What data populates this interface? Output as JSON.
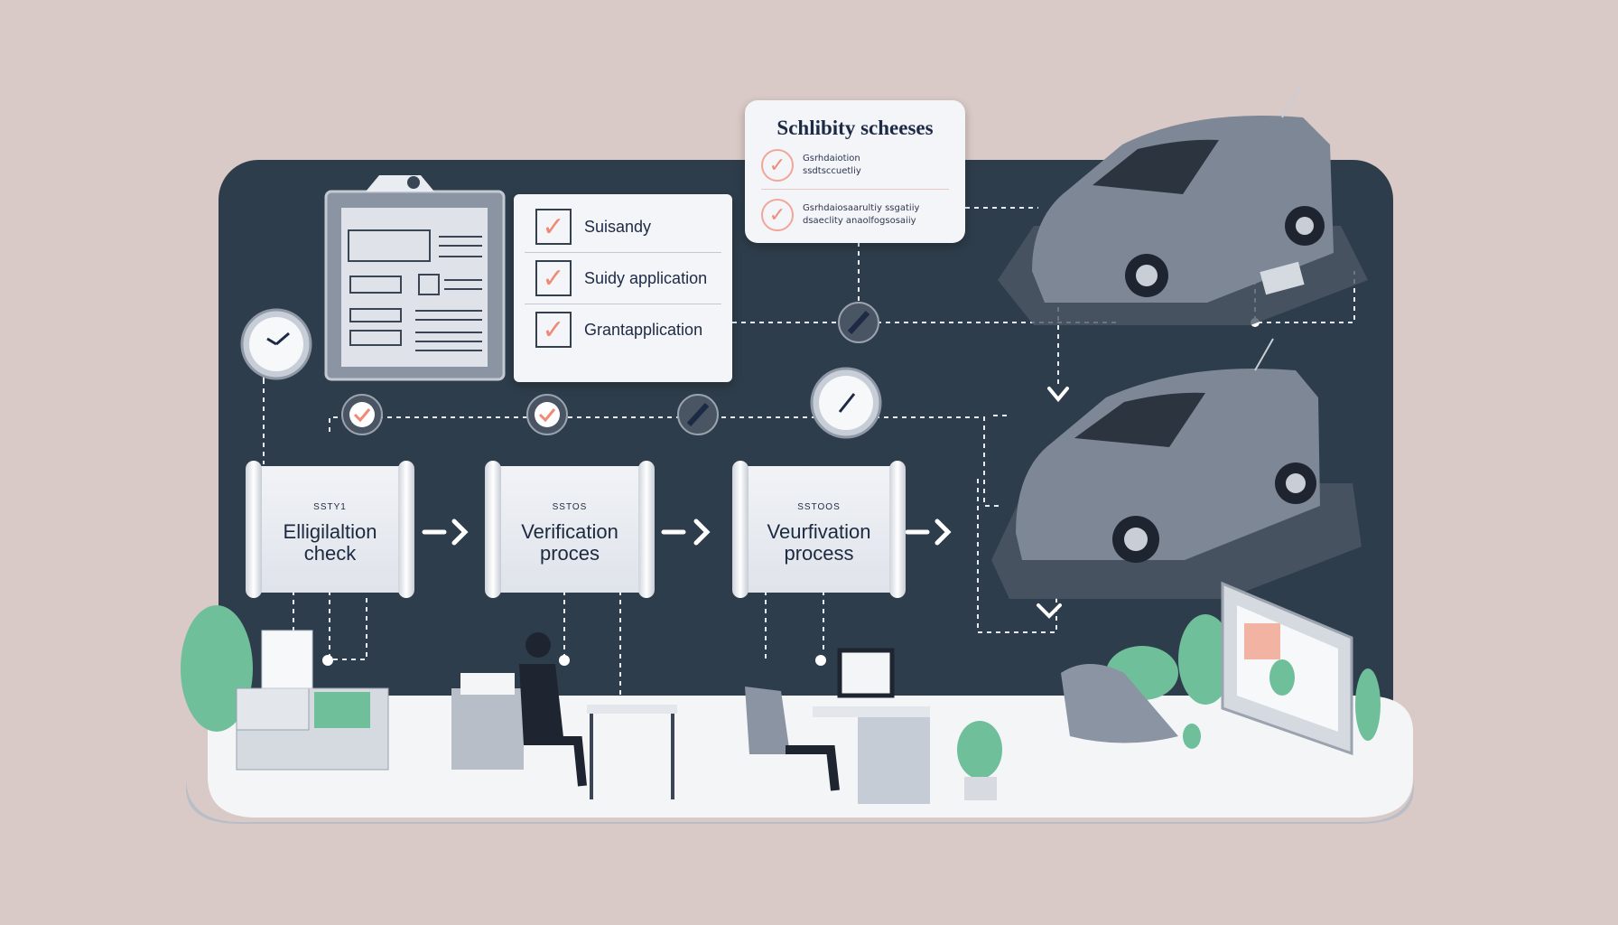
{
  "top_card": {
    "title": "Schlibity scheeses",
    "items": [
      {
        "line1": "Gsrhdaiotion",
        "line2": "ssdtsccuetliy"
      },
      {
        "line1": "Gsrhdaiosaarultiy ssgatiiy",
        "line2": "dsaeclity anaolfogsosaiiy"
      }
    ]
  },
  "checklist": {
    "items": [
      {
        "label": "Suisandy",
        "checked": true
      },
      {
        "label": "Suidy application",
        "checked": true
      },
      {
        "label": "Grantapplication",
        "checked": true
      }
    ]
  },
  "steps": [
    {
      "step": "SSTY1",
      "title_line1": "Elligilaltion",
      "title_line2": "check"
    },
    {
      "step": "SSTOS",
      "title_line1": "Verification",
      "title_line2": "proces"
    },
    {
      "step": "SSTOOS",
      "title_line1": "Veurfivation",
      "title_line2": "process"
    }
  ],
  "colors": {
    "background": "#d9c9c7",
    "panel": "#2e3d4b",
    "accent_check": "#ef8a77",
    "plant": "#6fbf9a",
    "car": "#7d8795"
  }
}
